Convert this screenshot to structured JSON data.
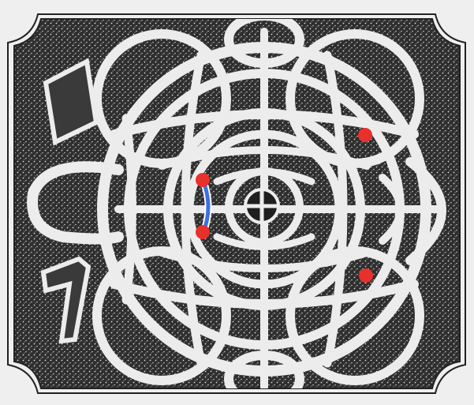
{
  "puzzle": {
    "kind": "garden maze",
    "colors": {
      "paper": "#efefef",
      "hedge": "#2e2e2e",
      "path": "#ececec",
      "marker": "#e8302c",
      "route": "#3f6fe0",
      "route_outline": "#ffffff"
    },
    "markers": [
      {
        "id": "marker-top-right",
        "role": "point"
      },
      {
        "id": "marker-left-upper",
        "role": "point"
      },
      {
        "id": "marker-left-lower",
        "role": "point"
      },
      {
        "id": "marker-bottom-right",
        "role": "point"
      }
    ],
    "route": {
      "from": "marker-left-upper",
      "to": "marker-left-lower"
    }
  }
}
